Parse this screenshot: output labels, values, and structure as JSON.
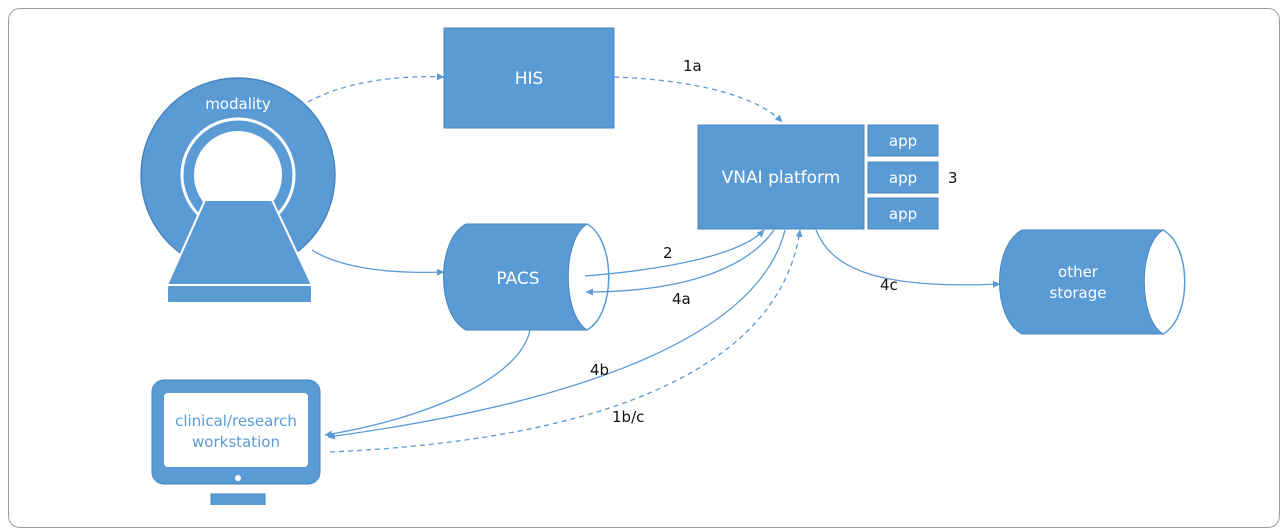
{
  "colors": {
    "node_fill": "#5b9bd5",
    "node_stroke": "#4a86bd",
    "edge": "#5b9bd5",
    "label_text": "#111111",
    "node_text": "#ffffff"
  },
  "nodes": {
    "modality": "modality",
    "his": "HIS",
    "vnai": "VNAI platform",
    "app_1": "app",
    "app_2": "app",
    "app_3": "app",
    "pacs": "PACS",
    "other_storage": [
      "other",
      "storage"
    ],
    "workstation": [
      "clinical/research",
      "workstation"
    ]
  },
  "edge_labels": {
    "e1a": "1a",
    "e2": "2",
    "e3": "3",
    "e4a": "4a",
    "e4b": "4b",
    "e4c": "4c",
    "e1bc": "1b/c"
  },
  "edges": [
    {
      "from": "modality",
      "to": "HIS",
      "style": "dashed"
    },
    {
      "from": "HIS",
      "to": "VNAI platform",
      "style": "dashed",
      "label": "1a"
    },
    {
      "from": "modality",
      "to": "PACS",
      "style": "solid"
    },
    {
      "from": "PACS",
      "to": "VNAI platform",
      "style": "solid",
      "label": "2"
    },
    {
      "from": "VNAI platform",
      "to": "PACS",
      "style": "solid",
      "label": "4a"
    },
    {
      "from": "VNAI platform",
      "to": "other storage",
      "style": "solid",
      "label": "4c"
    },
    {
      "from": "PACS",
      "to": "clinical/research workstation",
      "style": "solid"
    },
    {
      "from": "VNAI platform",
      "to": "clinical/research workstation",
      "style": "solid",
      "label": "4b"
    },
    {
      "from": "clinical/research workstation",
      "to": "VNAI platform",
      "style": "dashed",
      "label": "1b/c"
    }
  ]
}
